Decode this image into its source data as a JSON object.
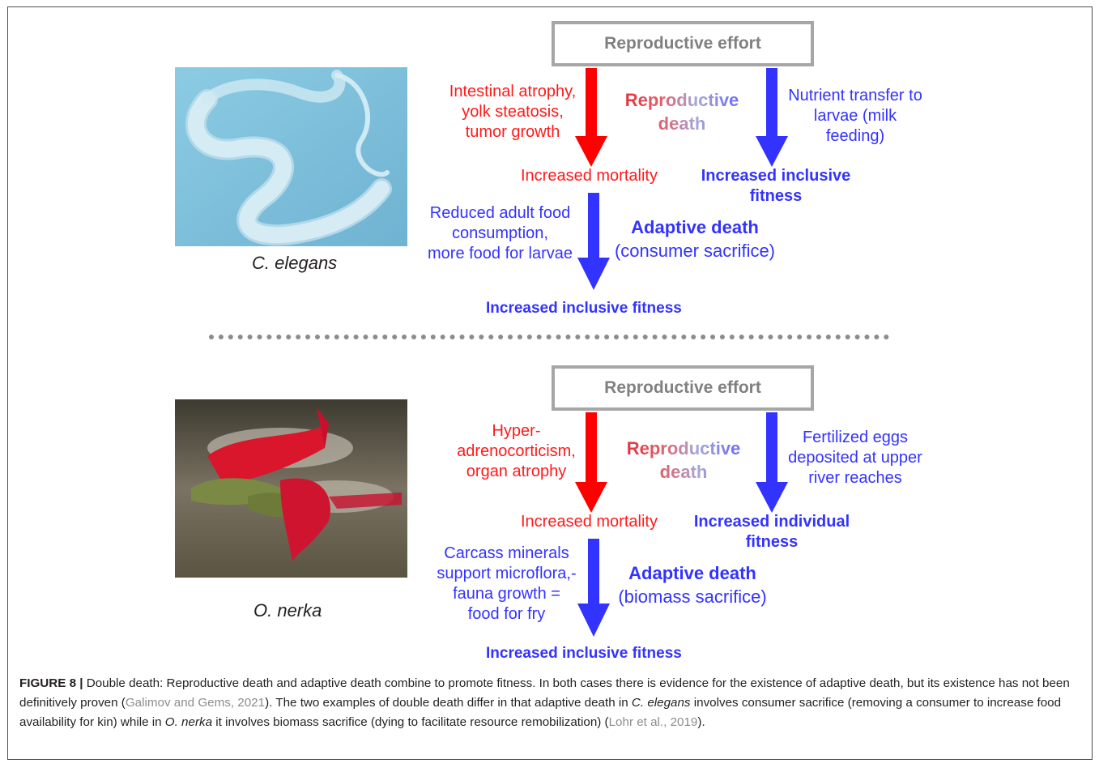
{
  "top_panel": {
    "box_label": "Reproductive effort",
    "left_text": [
      "Intestinal atrophy,",
      "yolk steatosis,",
      "tumor growth"
    ],
    "center_label": [
      "Reproductive",
      "death"
    ],
    "right_text": [
      "Nutrient transfer to",
      "larvae (milk",
      "feeding)"
    ],
    "mortality": "Increased mortality",
    "right_result": [
      "Increased inclusive",
      "fitness"
    ],
    "lower_left_text": [
      "Reduced adult food",
      "consumption,",
      "more food for larvae"
    ],
    "adaptive_title": "Adaptive death",
    "adaptive_sub": "(consumer sacrifice)",
    "bottom_result": "Increased inclusive fitness",
    "species": "C. elegans"
  },
  "bottom_panel": {
    "box_label": "Reproductive effort",
    "left_text": [
      "Hyper-",
      "adrenocorticism,",
      "organ atrophy"
    ],
    "center_label": [
      "Reproductive",
      "death"
    ],
    "right_text": [
      "Fertilized eggs",
      "deposited at upper",
      "river reaches"
    ],
    "mortality": "Increased mortality",
    "right_result": [
      "Increased individual",
      "fitness"
    ],
    "lower_left_text": [
      "Carcass minerals",
      "support microflora,-",
      "fauna growth =",
      "food for fry"
    ],
    "adaptive_title": "Adaptive death",
    "adaptive_sub": "(biomass sacrifice)",
    "bottom_result": "Increased inclusive fitness",
    "species": "O. nerka"
  },
  "caption": {
    "label": "FIGURE 8 |",
    "text1": " Double death: Reproductive death and adaptive death combine to promote fitness. In both cases there is evidence for the existence of adaptive death, but its existence has not been definitively proven (",
    "ref1": "Galimov and Gems, 2021",
    "text2": "). The two examples of double death differ in that adaptive death in ",
    "species1": "C. elegans",
    "text3": " involves consumer sacrifice (removing a consumer to increase food availability for kin) while in ",
    "species2": "O. nerka",
    "text4": " it involves biomass sacrifice (dying to facilitate resource remobilization) (",
    "ref2": "Lohr et al., 2019",
    "text5": ")."
  },
  "colors": {
    "red_arrow": "#ff0000",
    "blue_arrow": "#3333ff",
    "box_border": "#a6a6a6"
  }
}
